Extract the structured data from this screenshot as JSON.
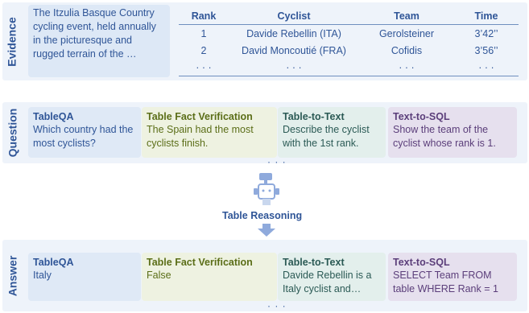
{
  "colors": {
    "band": "#eef3fa",
    "text": "#2f5597",
    "blue_box": "#dfe9f6",
    "green_box": "#eef2e1",
    "teal_box": "#e3efec",
    "purple_box": "#e6e0ee"
  },
  "evidence": {
    "label": "Evidence",
    "text": "The Itzulia Basque Country cycling event, held annually in the picturesque and rugged terrain of the …",
    "table": {
      "headers": [
        "Rank",
        "Cyclist",
        "Team",
        "Time"
      ],
      "rows": [
        [
          "1",
          "Davide Rebellin (ITA)",
          "Gerolsteiner",
          "3’42’’"
        ],
        [
          "2",
          "David Moncoutié (FRA)",
          "Cofidis",
          "3’56’’"
        ],
        [
          "· · ·",
          "· · ·",
          "· · ·",
          "· · ·"
        ]
      ]
    }
  },
  "question": {
    "label": "Question",
    "boxes": [
      {
        "title": "TableQA",
        "body": "Which country had the most cyclists?"
      },
      {
        "title": "Table Fact Verification",
        "body": "The Spain had the most cyclists finish."
      },
      {
        "title": "Table-to-Text",
        "body": "Describe the cyclist with the 1st rank."
      },
      {
        "title": "Text-to-SQL",
        "body": "Show the team of the cyclist whose rank is 1."
      }
    ],
    "more": "· · ·"
  },
  "middle": {
    "label": "Table Reasoning",
    "icon": "robot-icon"
  },
  "answer": {
    "label": "Answer",
    "boxes": [
      {
        "title": "TableQA",
        "body": "Italy"
      },
      {
        "title": "Table Fact Verification",
        "body": "False"
      },
      {
        "title": "Table-to-Text",
        "body": "Davide Rebellin is a Italy cyclist and…"
      },
      {
        "title": "Text-to-SQL",
        "body": "SELECT Team FROM table WHERE Rank = 1"
      }
    ],
    "more": "· · ·"
  }
}
